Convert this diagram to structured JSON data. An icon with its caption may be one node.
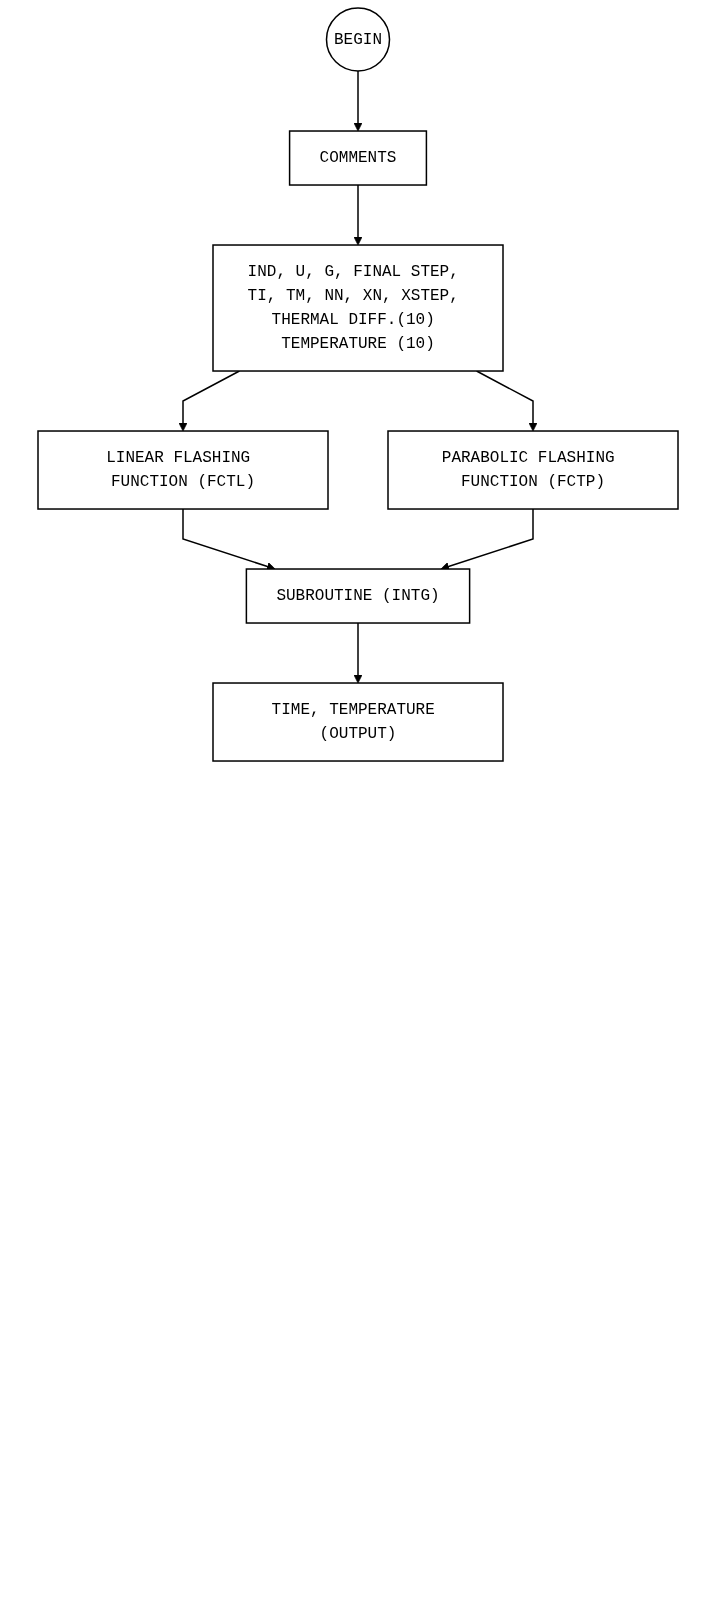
{
  "diagram": {
    "nodes": [
      {
        "text": [
          "BEGIN"
        ]
      },
      {
        "text": [
          "COMMENTS"
        ]
      },
      {
        "text": [
          "IND, U, G, FINAL STEP, TI, TM, NN, XN, XSTEP, THERMAL DIFF.(10) TEMPERATURE (10)"
        ]
      },
      {
        "text": [
          "LINEAR FLASHING FUNCTION (FCTL)"
        ]
      },
      {
        "text": [
          "PARABOLIC FLASHING FUNCTION (FCTP)"
        ]
      },
      {
        "text": [
          "SUBROUTINE (INTG)"
        ]
      },
      {
        "text": [
          "TIME, TEMPERATURE (OUTPUT)"
        ]
      }
    ],
    "edges": [
      {
        "from": 0,
        "to": 1,
        "arrow": "to"
      },
      {
        "from": 1,
        "to": 2,
        "arrow": "to"
      },
      {
        "from": 2,
        "to": 3,
        "arrow": "to"
      },
      {
        "from": 2,
        "to": 4,
        "arrow": "to"
      },
      {
        "from": 3,
        "to": 5,
        "arrow": "to"
      },
      {
        "from": 4,
        "to": 5,
        "arrow": "to"
      },
      {
        "from": 5,
        "to": 6,
        "arrow": "to"
      }
    ]
  }
}
